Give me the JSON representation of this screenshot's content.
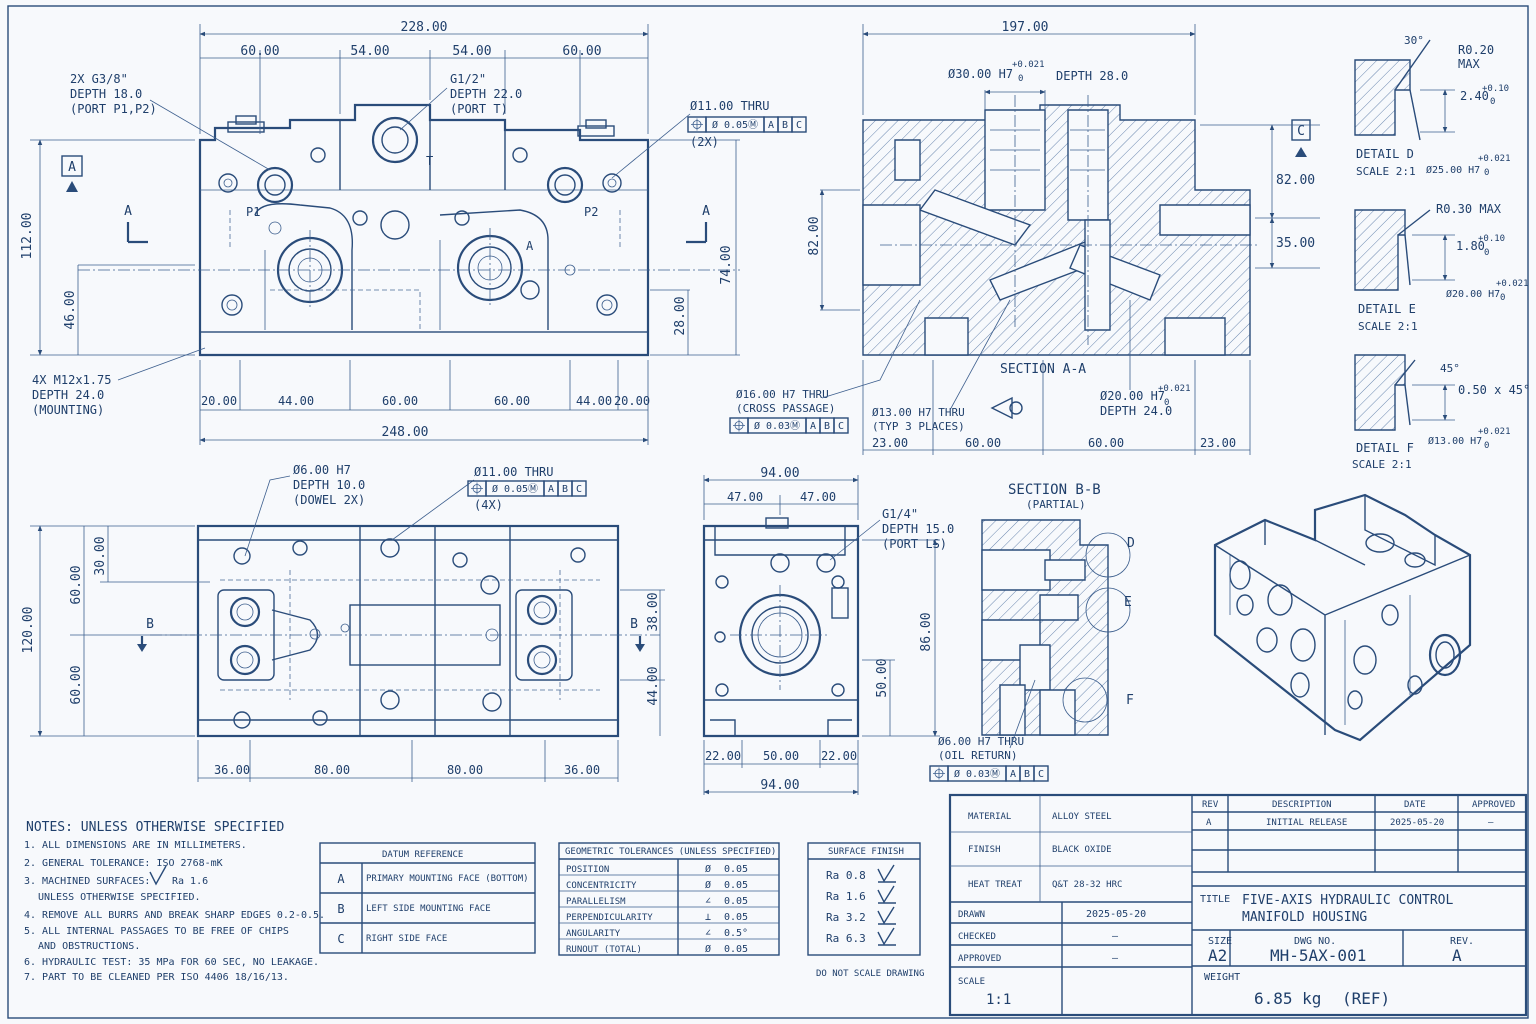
{
  "front_view": {
    "dim_overall_top": "228.00",
    "dims_top": [
      "60.00",
      "54.00",
      "54.00",
      "60.00"
    ],
    "dims_bottom": [
      "20.00",
      "44.00",
      "60.00",
      "60.00",
      "44.00",
      "20.00"
    ],
    "dim_overall_bottom": "248.00",
    "dim_height": "112.00",
    "dim_left_46": "46.00",
    "dim_right_74": "74.00",
    "dim_right_28": "28.00",
    "note_g38": [
      "2X G3/8\"",
      "DEPTH 18.0",
      "(PORT P1,P2)"
    ],
    "note_g12": [
      "G1/2\"",
      "DEPTH 22.0",
      "(PORT T)"
    ],
    "note_11thru": "Ø11.00 THRU",
    "note_11thru_qty": "(2X)",
    "note_m12": [
      "4X M12x1.75",
      "DEPTH 24.0",
      "(MOUNTING)"
    ],
    "datum_a": "A",
    "section_letter": "A",
    "port_p1": "P1",
    "port_p2": "P2",
    "port_t": "T",
    "port_a": "A"
  },
  "section_aa": {
    "dim_top": "197.00",
    "bore_30": "Ø30.00 H7",
    "bore_30_tol": [
      "+0.021",
      "0"
    ],
    "depth_28": "DEPTH 28.0",
    "datum_c": "C",
    "dim_82_left": "82.00",
    "dim_82_right": "82.00",
    "dim_35": "35.00",
    "title": "SECTION A-A",
    "note_16": [
      "Ø16.00 H7 THRU",
      "(CROSS PASSAGE)"
    ],
    "note_13": [
      "Ø13.00 H7 THRU",
      "(TYP 3 PLACES)"
    ],
    "note_20": [
      "Ø20.00 H7",
      "DEPTH 24.0"
    ],
    "note_20_tol": [
      "+0.021",
      "0"
    ],
    "dims_bottom": [
      "23.00",
      "60.00",
      "60.00",
      "23.00"
    ]
  },
  "details": [
    {
      "title": "DETAIL D",
      "scale": "SCALE 2:1",
      "radius": "R0.20",
      "radius2": "MAX",
      "angle": "30°",
      "dim": "2.40",
      "dim_tol": [
        "+0.10",
        "0"
      ],
      "bore": "Ø25.00 H7",
      "bore_tol": [
        "+0.021",
        "0"
      ]
    },
    {
      "title": "DETAIL E",
      "scale": "SCALE 2:1",
      "radius": "R0.30 MAX",
      "dim": "1.80",
      "dim_tol": [
        "+0.10",
        "0"
      ],
      "bore": "Ø20.00 H7",
      "bore_tol": [
        "+0.021",
        "0"
      ]
    },
    {
      "title": "DETAIL F",
      "scale": "SCALE 2:1",
      "angle": "45°",
      "chamfer": "0.50 x 45°",
      "bore": "Ø13.00 H7",
      "bore_tol": [
        "+0.021",
        "0"
      ]
    }
  ],
  "fcf": {
    "a": [
      "Ø 0.05Ⓜ",
      "A",
      "B",
      "C"
    ],
    "b": [
      "Ø 0.03Ⓜ",
      "A",
      "B",
      "C"
    ],
    "c": [
      "Ø 0.05Ⓜ",
      "A",
      "B",
      "C"
    ],
    "d": [
      "Ø 0.03Ⓜ",
      "A",
      "B",
      "C"
    ]
  },
  "top_view": {
    "note_dowel": [
      "Ø6.00 H7",
      "DEPTH 10.0",
      "(DOWEL 2X)"
    ],
    "note_11thru": "Ø11.00 THRU",
    "note_11thru_qty": "(4X)",
    "dim_120": "120.00",
    "dim_60a": "60.00",
    "dim_60b": "60.00",
    "dim_30": "30.00",
    "dim_38": "38.00",
    "dim_44": "44.00",
    "dims_bottom": [
      "36.00",
      "80.00",
      "80.00",
      "36.00"
    ],
    "section_letter": "B"
  },
  "side_view": {
    "dim_top": "94.00",
    "dims_top2": [
      "47.00",
      "47.00"
    ],
    "note_g14": [
      "G1/4\"",
      "DEPTH 15.0",
      "(PORT LS)"
    ],
    "dim_86": "86.00",
    "dim_50": "50.00",
    "dims_bottom": [
      "22.00",
      "50.00",
      "22.00"
    ],
    "dim_bottom": "94.00"
  },
  "section_bb": {
    "title": "SECTION B-B",
    "subtitle": "(PARTIAL)",
    "labels": [
      "D",
      "E",
      "F"
    ],
    "note_6": [
      "Ø6.00 H7 THRU",
      "(OIL RETURN)"
    ]
  },
  "notes": {
    "title": "NOTES:  UNLESS OTHERWISE SPECIFIED",
    "items": [
      "1. ALL DIMENSIONS ARE IN MILLIMETERS.",
      "2. GENERAL TOLERANCE: ISO 2768-mK",
      "3. MACHINED SURFACES:",
      "UNLESS OTHERWISE SPECIFIED.",
      "4. REMOVE ALL BURRS AND BREAK SHARP EDGES 0.2-0.5.",
      "5. ALL INTERNAL PASSAGES TO BE FREE OF CHIPS",
      "AND OBSTRUCTIONS.",
      "6. HYDRAULIC TEST: 35 MPa FOR 60 SEC, NO LEAKAGE.",
      "7. PART TO BE CLEANED PER ISO 4406 18/16/13."
    ],
    "ra_value": "Ra 1.6"
  },
  "datum_reference": {
    "title": "DATUM REFERENCE",
    "rows": [
      {
        "key": "A",
        "value": "PRIMARY MOUNTING FACE (BOTTOM)"
      },
      {
        "key": "B",
        "value": "LEFT SIDE MOUNTING FACE"
      },
      {
        "key": "C",
        "value": "RIGHT SIDE FACE"
      }
    ]
  },
  "geometric_tolerances": {
    "title": "GEOMETRIC TOLERANCES (UNLESS SPECIFIED)",
    "rows": [
      {
        "name": "POSITION",
        "symbol": "Ø",
        "value": "0.05"
      },
      {
        "name": "CONCENTRICITY",
        "symbol": "Ø",
        "value": "0.05"
      },
      {
        "name": "PARALLELISM",
        "symbol": "∠",
        "value": "0.05"
      },
      {
        "name": "PERPENDICULARITY",
        "symbol": "⊥",
        "value": "0.05"
      },
      {
        "name": "ANGULARITY",
        "symbol": "∠",
        "value": "0.5°"
      },
      {
        "name": "RUNOUT (TOTAL)",
        "symbol": "Ø",
        "value": "0.05"
      }
    ]
  },
  "surface_finish": {
    "title": "SURFACE FINISH",
    "rows": [
      "Ra 0.8",
      "Ra 1.6",
      "Ra 3.2",
      "Ra 6.3"
    ]
  },
  "do_not_scale": "DO NOT SCALE DRAWING",
  "title_block": {
    "material_label": "MATERIAL",
    "material": "ALLOY STEEL",
    "finish_label": "FINISH",
    "finish": "BLACK OXIDE",
    "heat_label": "HEAT TREAT",
    "heat": "Q&T 28-32 HRC",
    "drawn_label": "DRAWN",
    "drawn": "2025-05-20",
    "checked_label": "CHECKED",
    "checked": "—",
    "approved_label": "APPROVED",
    "approved": "—",
    "scale_label": "SCALE",
    "scale": "1:1",
    "rev_headers": [
      "REV",
      "DESCRIPTION",
      "DATE",
      "APPROVED"
    ],
    "rev_row": [
      "A",
      "INITIAL RELEASE",
      "2025-05-20",
      "—"
    ],
    "title_label": "TITLE",
    "title_lines": [
      "FIVE-AXIS HYDRAULIC CONTROL",
      "MANIFOLD HOUSING"
    ],
    "size_label": "SIZE",
    "size": "A2",
    "dwg_label": "DWG NO.",
    "dwg": "MH-5AX-001",
    "rev_label": "REV.",
    "rev": "A",
    "weight_label": "WEIGHT",
    "weight": "6.85 kg",
    "weight_ref": "(REF)"
  }
}
